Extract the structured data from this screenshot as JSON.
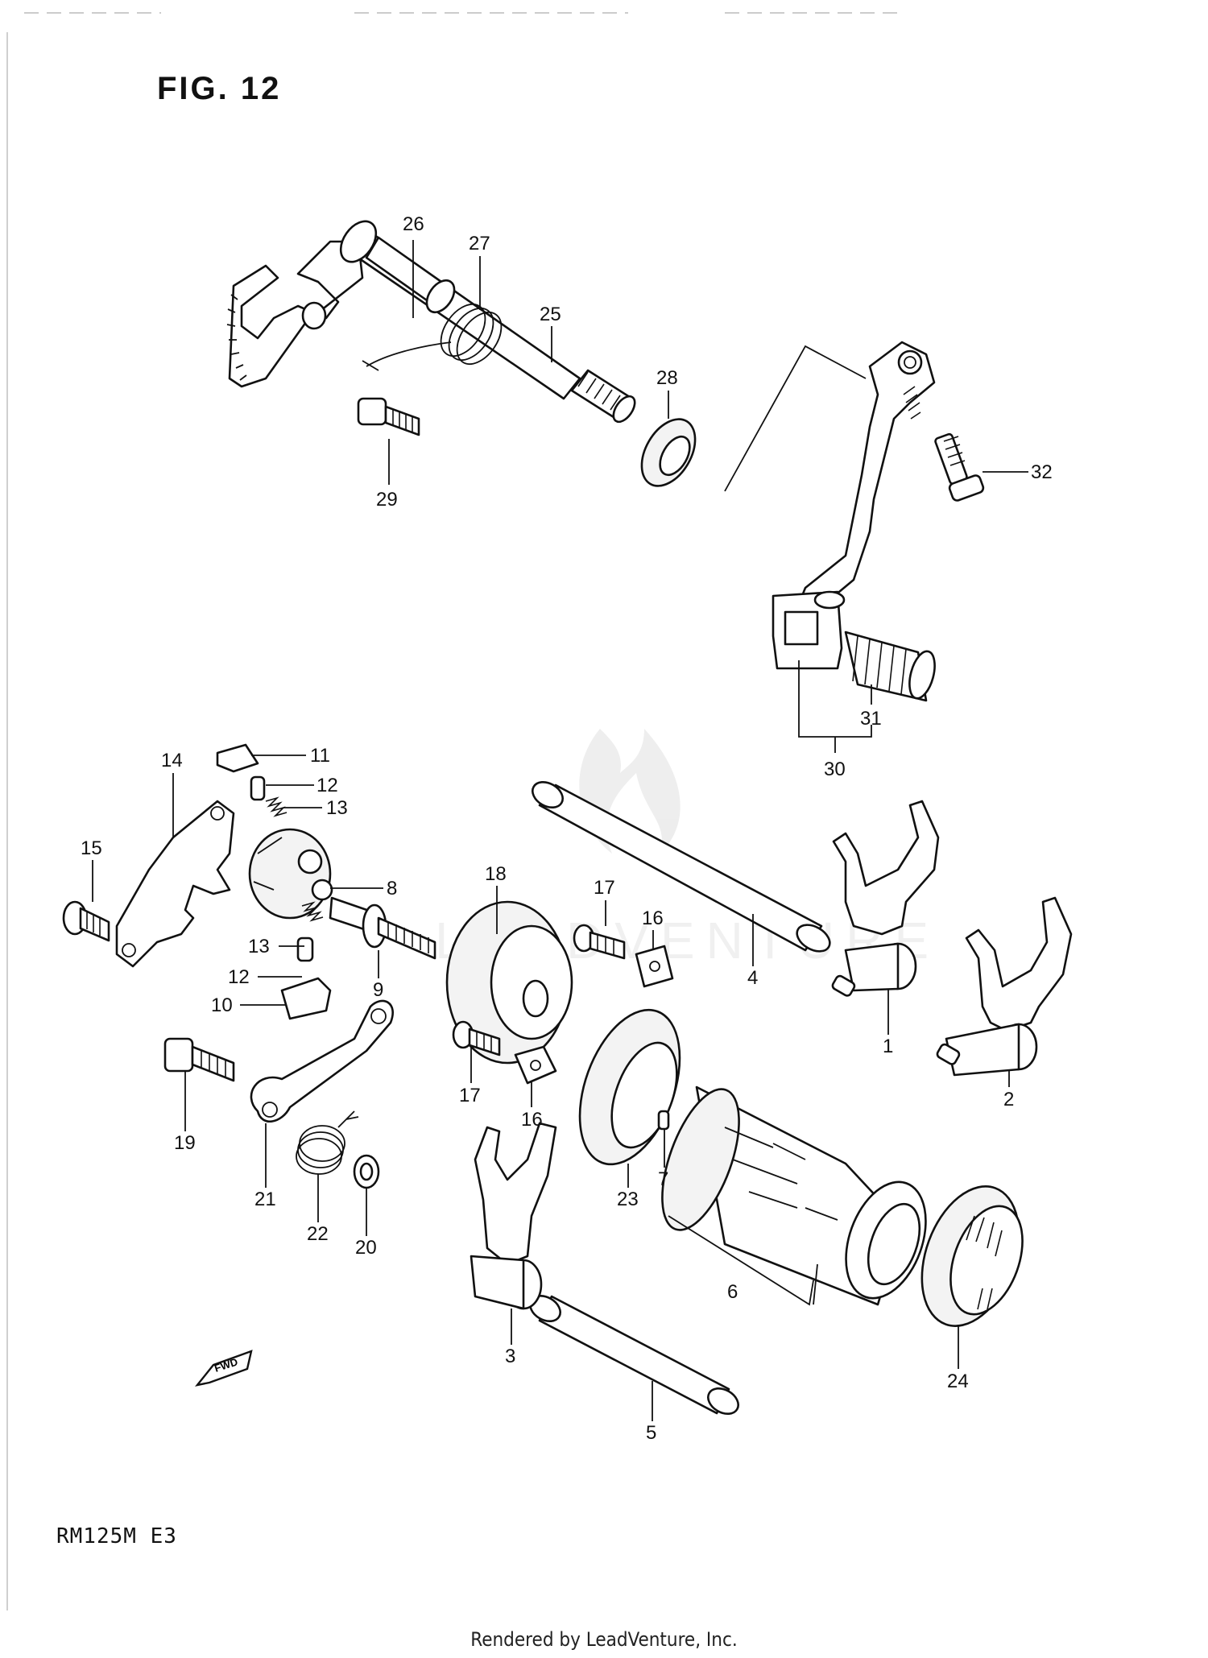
{
  "figure": {
    "title": "FIG. 12",
    "model": "RM125M  E3",
    "footer": "Rendered by LeadVenture, Inc.",
    "watermark_text": "LEADVENTURE"
  },
  "callouts": [
    {
      "id": "c1",
      "label": "1"
    },
    {
      "id": "c2",
      "label": "2"
    },
    {
      "id": "c3",
      "label": "3"
    },
    {
      "id": "c4",
      "label": "4"
    },
    {
      "id": "c5",
      "label": "5"
    },
    {
      "id": "c6",
      "label": "6"
    },
    {
      "id": "c7",
      "label": "7"
    },
    {
      "id": "c8",
      "label": "8"
    },
    {
      "id": "c9",
      "label": "9"
    },
    {
      "id": "c10",
      "label": "10"
    },
    {
      "id": "c11",
      "label": "11"
    },
    {
      "id": "c12a",
      "label": "12"
    },
    {
      "id": "c12b",
      "label": "12"
    },
    {
      "id": "c13a",
      "label": "13"
    },
    {
      "id": "c13b",
      "label": "13"
    },
    {
      "id": "c14",
      "label": "14"
    },
    {
      "id": "c15",
      "label": "15"
    },
    {
      "id": "c16a",
      "label": "16"
    },
    {
      "id": "c16b",
      "label": "16"
    },
    {
      "id": "c17a",
      "label": "17"
    },
    {
      "id": "c17b",
      "label": "17"
    },
    {
      "id": "c18",
      "label": "18"
    },
    {
      "id": "c19",
      "label": "19"
    },
    {
      "id": "c20",
      "label": "20"
    },
    {
      "id": "c21",
      "label": "21"
    },
    {
      "id": "c22",
      "label": "22"
    },
    {
      "id": "c23",
      "label": "23"
    },
    {
      "id": "c24",
      "label": "24"
    },
    {
      "id": "c25",
      "label": "25"
    },
    {
      "id": "c26",
      "label": "26"
    },
    {
      "id": "c27",
      "label": "27"
    },
    {
      "id": "c28",
      "label": "28"
    },
    {
      "id": "c29",
      "label": "29"
    },
    {
      "id": "c30",
      "label": "30"
    },
    {
      "id": "c31",
      "label": "31"
    },
    {
      "id": "c32",
      "label": "32"
    }
  ],
  "fwd_arrow_label": "FWD"
}
